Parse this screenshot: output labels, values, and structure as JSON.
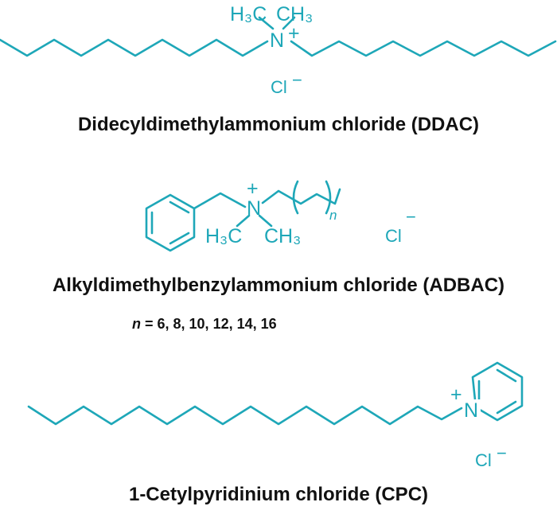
{
  "colors": {
    "structure": "#1ea7b8",
    "text": "#111111",
    "background": "#ffffff"
  },
  "ddac": {
    "name": "Didecyldimethylammonium chloride (DDAC)",
    "ch3_left": "H₃C",
    "ch3_right": "CH₃",
    "nitrogen": "N",
    "charge": "+",
    "chloride": "Cl",
    "chloride_charge": "−"
  },
  "adbac": {
    "name": "Alkyldimethylbenzylammonium chloride (ADBAC)",
    "ch3_left": "H₃C",
    "ch3_right": "CH₃",
    "nitrogen": "N",
    "charge": "+",
    "subscript": "n",
    "chloride": "Cl",
    "chloride_charge": "−",
    "n_label": "n",
    "n_values": " = 6, 8, 10, 12, 14, 16"
  },
  "cpc": {
    "name": "1-Cetylpyridinium chloride (CPC)",
    "nitrogen": "N",
    "charge": "+",
    "chloride": "Cl",
    "chloride_charge": "−"
  }
}
